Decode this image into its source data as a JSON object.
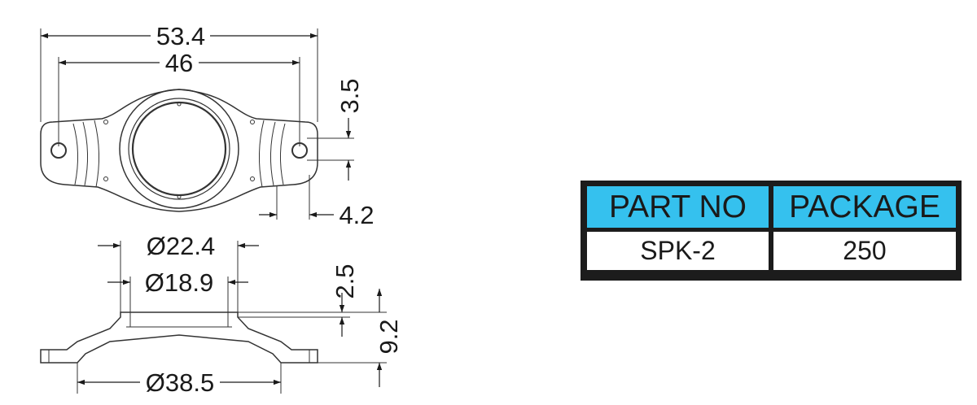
{
  "dimensions": {
    "overall_width": "53.4",
    "hole_spacing": "46",
    "hole_diameter": "3.5",
    "ear_offset": "4.2",
    "top_outer_diameter": "Ø22.4",
    "top_inner_diameter": "Ø18.9",
    "collar_height": "2.5",
    "total_height": "9.2",
    "base_diameter": "Ø38.5"
  },
  "table": {
    "header_fill": "#35c1ee",
    "headers": [
      "PART NO",
      "PACKAGE"
    ],
    "row": [
      "SPK-2",
      "250"
    ]
  }
}
